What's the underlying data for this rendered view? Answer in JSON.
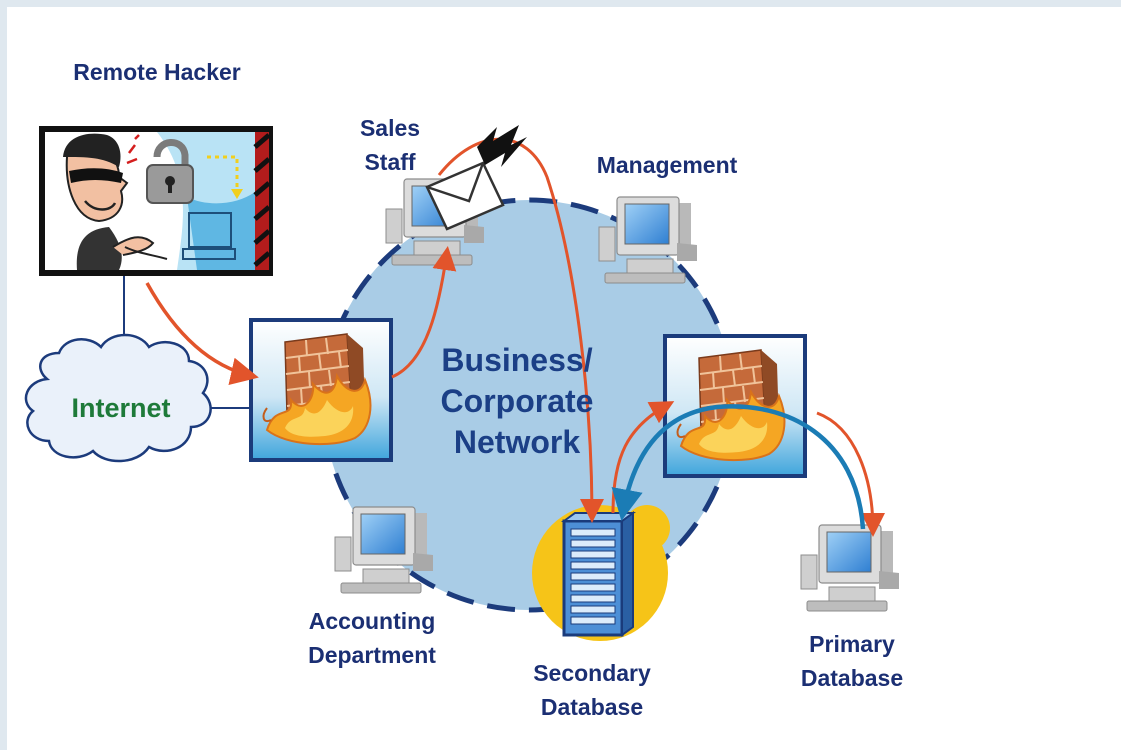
{
  "labels": {
    "remote_hacker": "Remote Hacker",
    "sales_staff": [
      "Sales",
      "Staff"
    ],
    "management": "Management",
    "internet": "Internet",
    "network": [
      "Business/",
      "Corporate",
      "Network"
    ],
    "accounting": [
      "Accounting",
      "Department"
    ],
    "secondary_db": [
      "Secondary",
      "Database"
    ],
    "primary_db": [
      "Primary",
      "Database"
    ]
  },
  "colors": {
    "network_fill": "#a9cce6",
    "network_border": "#1c3b7c",
    "attack_arrow": "#e2542b",
    "sync_arrow": "#1b7cb5",
    "label_text": "#1b2f73",
    "internet_text": "#1e7a39",
    "cloud_fill": "#eaf1fa",
    "firewall_frame": "#1b3b7b",
    "server_halo": "#f6c418"
  },
  "icons": {
    "hacker": "hacker-icon",
    "email": "email-envelope-icon",
    "firewall": "firewall-icon",
    "workstation": "desktop-computer-icon",
    "server": "server-rack-icon",
    "cloud": "cloud-icon"
  }
}
